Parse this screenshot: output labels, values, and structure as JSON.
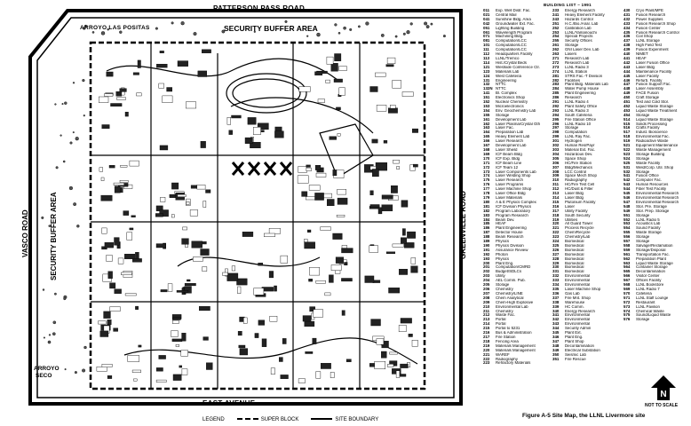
{
  "map": {
    "roads": {
      "north": "PATTERSON PASS ROAD",
      "south": "EAST AVENUE",
      "west": "VASCO ROAD",
      "east": "GREENVILLE ROAD",
      "northwest": "ARROYO LAS POSITAS",
      "southwest_line1": "ARROYO",
      "southwest_line2": "SECO"
    },
    "areas": {
      "north_buffer": "SECURITY BUFFER AREA",
      "west_buffer": "SECURITY BUFFER AREA"
    }
  },
  "legend": {
    "title": "LEGEND",
    "super_block": "SUPER BLOCK",
    "site_boundary": "SITE BOUNDARY"
  },
  "building_list": {
    "title": "BUILDING LIST ~ 1991",
    "columns": [
      [
        [
          "011",
          "Exp. Well Distr. Fac."
        ],
        [
          "021",
          "Central Mail"
        ],
        [
          "041",
          "Sunshine Bldg. Area"
        ],
        [
          "042",
          "Groundwater Ext. Fac."
        ],
        [
          "051",
          "Lighting Building"
        ],
        [
          "061",
          "Wavelength Program"
        ],
        [
          "071",
          "Machining Bldg."
        ],
        [
          "081",
          "Computation/LCC"
        ],
        [
          "101",
          "Computation/LCC"
        ],
        [
          "111",
          "Computation/LCC"
        ],
        [
          "112",
          "Headquarters Facility"
        ],
        [
          "113",
          "LLNL/Tremco"
        ],
        [
          "114",
          "Hist./Crystal Beds"
        ],
        [
          "121",
          "Westside Conference Ctr."
        ],
        [
          "123",
          "Materials Lab"
        ],
        [
          "124",
          "West Cafeteria"
        ],
        [
          "131",
          "Engineering"
        ],
        [
          "132",
          "NTTC"
        ],
        [
          "132N",
          "NTTC"
        ],
        [
          "141",
          "Bl. Complex"
        ],
        [
          "151",
          "Electronics Shop"
        ],
        [
          "152",
          "Nuclear Chemistry"
        ],
        [
          "153",
          "Microelectronics"
        ],
        [
          "154",
          "Env. Geochemistry Lab"
        ],
        [
          "155",
          "Storage"
        ],
        [
          "161",
          "Development Lab"
        ],
        [
          "162",
          "Laser Plasma/Crystal Gth"
        ],
        [
          "163",
          "Laser Fac."
        ],
        [
          "164",
          "Preparation Lab"
        ],
        [
          "165",
          "Heavy Element Lab"
        ],
        [
          "166",
          "Laser Research"
        ],
        [
          "167",
          "Development Lab"
        ],
        [
          "168",
          "Laser Shield"
        ],
        [
          "169",
          "ICF Beam Bldg"
        ],
        [
          "170",
          "ICF Exp. Bldg"
        ],
        [
          "171",
          "ICF Beam Line"
        ],
        [
          "172",
          "ICF Team 12"
        ],
        [
          "173",
          "Laser Components Lab"
        ],
        [
          "174",
          "Laser Welding Shop"
        ],
        [
          "175",
          "Laser Research"
        ],
        [
          "176",
          "Laser Programs"
        ],
        [
          "177",
          "Laser Machine Shop"
        ],
        [
          "178",
          "Laser Office Bldg"
        ],
        [
          "179",
          "Laser Materials"
        ],
        [
          "180",
          "A & E Physics Complex"
        ],
        [
          "181",
          "ICF Division Physics"
        ],
        [
          "182",
          "Program Laboratory"
        ],
        [
          "183",
          "Program Research"
        ],
        [
          "184",
          "Beam Dev."
        ],
        [
          "185",
          "HEAF"
        ],
        [
          "186",
          "Plant Engineering"
        ],
        [
          "187",
          "Detector House"
        ],
        [
          "188",
          "Beam Research"
        ],
        [
          "189",
          "Physics"
        ],
        [
          "190",
          "Physics Division"
        ],
        [
          "191",
          "Assurance Review"
        ],
        [
          "192",
          "Photon"
        ],
        [
          "193",
          "Physics"
        ],
        [
          "200",
          "Plant Eng."
        ],
        [
          "201",
          "Computation/CMRD"
        ],
        [
          "202",
          "Budget/SDLCs"
        ],
        [
          "203",
          "Utility"
        ],
        [
          "204",
          "AEL Comm. Pub."
        ],
        [
          "205",
          "Storage"
        ],
        [
          "206",
          "Chemistry"
        ],
        [
          "207",
          "Chemistry/LINE"
        ],
        [
          "208",
          "Chem Analytical"
        ],
        [
          "209",
          "Chem-High Explosive"
        ],
        [
          "210",
          "Environmental Lab"
        ],
        [
          "211",
          "Chemistry"
        ],
        [
          "212",
          "Waste Fac."
        ],
        [
          "213",
          "Portal"
        ],
        [
          "214",
          "Portal"
        ],
        [
          "215",
          "Portal to 5231"
        ],
        [
          "216",
          "Bus & Administration"
        ],
        [
          "217",
          "Fire Station"
        ],
        [
          "218",
          "Fencing Area"
        ],
        [
          "219",
          "Materials Management"
        ],
        [
          "220",
          "Materials Management"
        ],
        [
          "221",
          "WAREF"
        ],
        [
          "222",
          "Radiography"
        ],
        [
          "223",
          "Refractory Materials"
        ]
      ],
      [
        [
          "233",
          "Energy Research"
        ],
        [
          "241",
          "Heavy Element Facility"
        ],
        [
          "243",
          "Hazards Control"
        ],
        [
          "251",
          "H.C./Bio./Anal. Lab"
        ],
        [
          "252",
          "Calibration Lab"
        ],
        [
          "253",
          "LLNL/Yamanouchi"
        ],
        [
          "254",
          "Special Projects"
        ],
        [
          "255",
          "Security Offices"
        ],
        [
          "261",
          "Storage"
        ],
        [
          "262",
          "GNI Laser Dev. Lab"
        ],
        [
          "263",
          "Lasers"
        ],
        [
          "271",
          "Research Lab"
        ],
        [
          "272",
          "Research Lab"
        ],
        [
          "273",
          "LLNL Radio 3"
        ],
        [
          "274",
          "LLNL Station"
        ],
        [
          "281",
          "STRS Fac.-T Division"
        ],
        [
          "282",
          "Facilities"
        ],
        [
          "283",
          "Plant Bldg. Materials Lab"
        ],
        [
          "284",
          "Water Pump House"
        ],
        [
          "285",
          "Plant Engineering"
        ],
        [
          "286",
          "Research"
        ],
        [
          "291",
          "LLNL Radio 4"
        ],
        [
          "292",
          "Plant Safety Office"
        ],
        [
          "293",
          "LLNL Radio 3"
        ],
        [
          "294",
          "South Cafeteria"
        ],
        [
          "295",
          "Fire Station Office"
        ],
        [
          "296",
          "LLNL Radio 10"
        ],
        [
          "297",
          "Storage"
        ],
        [
          "298",
          "Computation"
        ],
        [
          "299",
          "LLNL Ray Fac."
        ],
        [
          "301",
          "Hydrogen"
        ],
        [
          "302",
          "Human Res/Payr"
        ],
        [
          "303",
          "Material Ext. Fac."
        ],
        [
          "304",
          "Hazardous Dev."
        ],
        [
          "305",
          "Space Shop"
        ],
        [
          "306",
          "HC/Fire Station"
        ],
        [
          "307",
          "Bldg/Mechanics"
        ],
        [
          "308",
          "LCC Control"
        ],
        [
          "309",
          "Space Mech Shop"
        ],
        [
          "310",
          "Radiography"
        ],
        [
          "311",
          "HC/Fire Test Cell"
        ],
        [
          "312",
          "HC/Dust & Filter"
        ],
        [
          "313",
          "Laser Bldg"
        ],
        [
          "314",
          "Laser Bldg"
        ],
        [
          "315",
          "Plutonium Facility"
        ],
        [
          "316",
          "Laser"
        ],
        [
          "317",
          "Utility Facility"
        ],
        [
          "318",
          "South Security"
        ],
        [
          "319",
          "Utilities"
        ],
        [
          "320",
          "All Guard Tower"
        ],
        [
          "321",
          "Process Recycle"
        ],
        [
          "322",
          "Chem/Recycle"
        ],
        [
          "323",
          "Chemistry/Lab"
        ],
        [
          "324",
          "Biomedical"
        ],
        [
          "325",
          "Biomedical"
        ],
        [
          "326",
          "Biomedical"
        ],
        [
          "327",
          "Biomedical"
        ],
        [
          "328",
          "Biomedical"
        ],
        [
          "329",
          "Biomedical"
        ],
        [
          "330",
          "Biomedical"
        ],
        [
          "331",
          "Biomedical"
        ],
        [
          "332",
          "Environmental"
        ],
        [
          "333",
          "Environmental"
        ],
        [
          "334",
          "Environmental"
        ],
        [
          "335",
          "Laser Machine Shop"
        ],
        [
          "336",
          "Gas Lab"
        ],
        [
          "337",
          "Fire Mnt. Shop"
        ],
        [
          "338",
          "Warehouse"
        ],
        [
          "339",
          "HC Comm."
        ],
        [
          "340",
          "Energy Research"
        ],
        [
          "341",
          "Environmental"
        ],
        [
          "342",
          "Environmental"
        ],
        [
          "343",
          "Environmental"
        ],
        [
          "344",
          "Security Admin"
        ],
        [
          "345",
          "Plant Ext."
        ],
        [
          "346",
          "Plant Eng."
        ],
        [
          "347",
          "Plant Shop"
        ],
        [
          "348",
          "Decontamination"
        ],
        [
          "349",
          "Electrical Substation"
        ],
        [
          "350",
          "Seismic Lab"
        ],
        [
          "351",
          "Fire Rescue"
        ]
      ],
      [
        [
          "430",
          "Cryo Plant/MFE"
        ],
        [
          "431",
          "Fusion Research"
        ],
        [
          "432",
          "Power Supplies"
        ],
        [
          "433",
          "Fusion Research Shop"
        ],
        [
          "434",
          "Fusion Center"
        ],
        [
          "435",
          "Fusion Research Control"
        ],
        [
          "436",
          "Coil Shop"
        ],
        [
          "437",
          "LLNL Storage"
        ],
        [
          "438",
          "High Field Test"
        ],
        [
          "439",
          "Fusion Experiment"
        ],
        [
          "440",
          "NIMET"
        ],
        [
          "441",
          "HEAF"
        ],
        [
          "442",
          "Laser Fusion Office"
        ],
        [
          "443",
          "Laser Bldg"
        ],
        [
          "444",
          "Maintenance Facility"
        ],
        [
          "445",
          "Laser Facility"
        ],
        [
          "446",
          "Refurb. Facility"
        ],
        [
          "447",
          "Fusion Support Fac."
        ],
        [
          "448",
          "Laser Assembly"
        ],
        [
          "449",
          "FACE Fusion"
        ],
        [
          "450",
          "Craft Storage"
        ],
        [
          "451",
          "Test and Cold Stor."
        ],
        [
          "452",
          "Liquid Waste Storage"
        ],
        [
          "453",
          "Liquid Waste Treatment"
        ],
        [
          "454",
          "Storage"
        ],
        [
          "514",
          "Liquid Waste Storage"
        ],
        [
          "515",
          "Solids Processing"
        ],
        [
          "516",
          "Crafts Facility"
        ],
        [
          "517",
          "Indust. Bioscience"
        ],
        [
          "518",
          "Environmental Fac."
        ],
        [
          "519",
          "Radioactive Waste"
        ],
        [
          "521",
          "Equipment Maintenance"
        ],
        [
          "522",
          "Waste Management"
        ],
        [
          "523",
          "Storage Building"
        ],
        [
          "524",
          "Storage"
        ],
        [
          "525",
          "Waste Facility"
        ],
        [
          "531",
          "Weld/Corp. Util. Shop"
        ],
        [
          "532",
          "Storage"
        ],
        [
          "541",
          "Fusion Office"
        ],
        [
          "542",
          "Computer Fac."
        ],
        [
          "543",
          "Human Resources"
        ],
        [
          "544",
          "Fiber Test Facility"
        ],
        [
          "545",
          "Environmental Research"
        ],
        [
          "546",
          "Environmental Research"
        ],
        [
          "547",
          "Environmental Research"
        ],
        [
          "548",
          "Stor. Pre. Storage"
        ],
        [
          "549",
          "Stor. Prep. Storage"
        ],
        [
          "551",
          "Storage"
        ],
        [
          "552",
          "LLNL Radio 5"
        ],
        [
          "553",
          "Acoustics Lab"
        ],
        [
          "554",
          "Sound Facility"
        ],
        [
          "555",
          "Waste Storage"
        ],
        [
          "556",
          "Storage"
        ],
        [
          "557",
          "Storage"
        ],
        [
          "558",
          "Salvage/Reclamation"
        ],
        [
          "559",
          "Storage/Disposal"
        ],
        [
          "561",
          "Transportation Fac."
        ],
        [
          "562",
          "Preparation Plant"
        ],
        [
          "563",
          "Liquid Waste Storage"
        ],
        [
          "564",
          "Container Storage"
        ],
        [
          "565",
          "Decontamination"
        ],
        [
          "566",
          "Visitor Center"
        ],
        [
          "567",
          "Offices Facility"
        ],
        [
          "568",
          "LLNL Bookstore"
        ],
        [
          "569",
          "LLNL Radio 7"
        ],
        [
          "570",
          "Cafeteria"
        ],
        [
          "571",
          "LLNL Staff Lounge"
        ],
        [
          "572",
          "Restaurant"
        ],
        [
          "573",
          "LLNL Pavilion"
        ],
        [
          "574",
          "Chemical Waste"
        ],
        [
          "575",
          "Sound/Liquid Waste"
        ],
        [
          "576",
          "Storage"
        ]
      ]
    ]
  },
  "caption": "Figure A-5  Site Map, the LLNL Livermore site",
  "north_arrow_letter": "N",
  "scale_note": "NOT TO SCALE"
}
